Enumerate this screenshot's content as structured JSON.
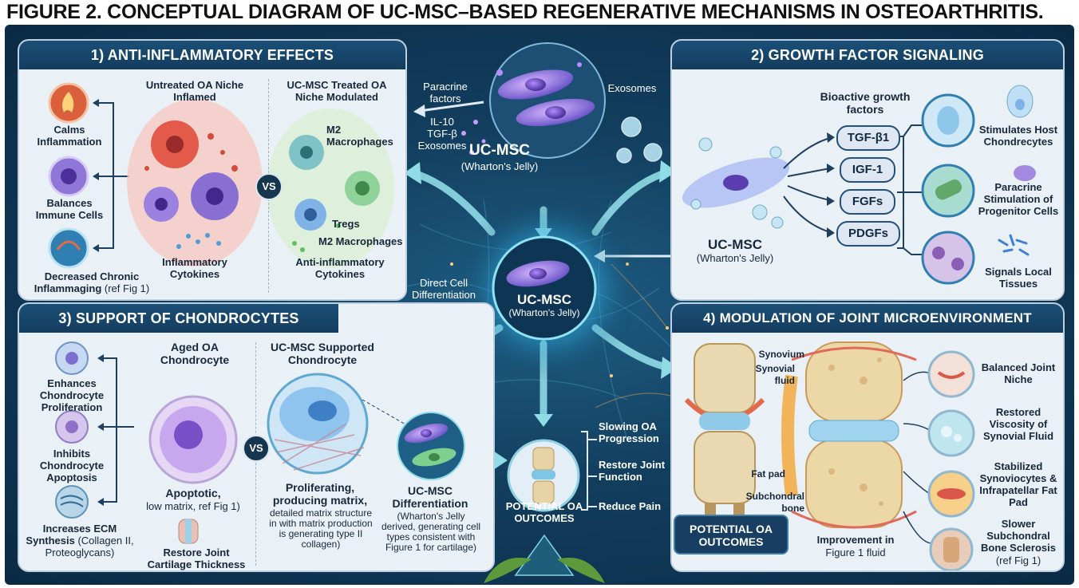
{
  "title": "FIGURE 2. CONCEPTUAL DIAGRAM OF UC-MSC–BASED REGENERATIVE MECHANISMS IN OSTEOARTHRITIS.",
  "center": {
    "top_cell_label": "UC-MSC",
    "top_cell_sub": "(Wharton's Jelly)",
    "hub_label": "UC-MSC",
    "hub_sub": "(Wharton's Jelly)",
    "paracrine": "Paracrine factors",
    "paracrine_list": [
      "IL-10",
      "TGF-β",
      "Exosomes"
    ],
    "exosomes": "Exosomes",
    "direct_diff": "Direct Cell Differentiation"
  },
  "panel1": {
    "heading": "1) ANTI-INFLAMMATORY EFFECTS",
    "left_title": "Untreated OA Niche Inflamed",
    "right_title": "UC-MSC Treated OA Niche Modulated",
    "side_items": [
      "Calms Inflammation",
      "Balances Immune Cells",
      "Decreased Chronic Inflammaging"
    ],
    "ref": "(ref Fig 1)",
    "m2_top": "M2 Macrophages",
    "tregs": "Tregs",
    "m2_bottom": "M2 Macrophages",
    "left_bottom": "Inflammatory Cytokines",
    "right_bottom": "Anti-inflammatory Cytokines",
    "vs": "VS"
  },
  "panel2": {
    "heading": "2) GROWTH FACTOR SIGNALING",
    "bioactive": "Bioactive growth factors",
    "factors": [
      "TGF-β1",
      "IGF-1",
      "FGFs",
      "PDGFs"
    ],
    "cell_label": "UC-MSC",
    "cell_sub": "(Wharton's Jelly)",
    "outcomes": [
      "Stimulates Host Chondrecytes",
      "Paracrine Stimulation of Progenitor Cells",
      "Signals Local Tissues"
    ]
  },
  "panel3": {
    "heading": "3) SUPPORT OF CHONDROCYTES",
    "left_title": "Aged OA Chondrocyte",
    "right_title": "UC-MSC Supported Chondrocyte",
    "side_items": [
      "Enhances Chondrocyte Proliferation",
      "Inhibits Chondrocyte Apoptosis",
      "Increases ECM Synthesis"
    ],
    "ecm_detail": "(Collagen II, Proteoglycans)",
    "restore": "Restore Joint Cartilage Thickness",
    "apoptotic_bold": "Apoptotic,",
    "apoptotic_rest": "low matrix, ref Fig 1)",
    "prolif_bold": "Proliferating, producing matrix,",
    "prolif_rest": "detailed matrix structure in with matrix production is generating type II collagen)",
    "diff_title": "UC-MSC Differentiation",
    "diff_rest": "(Wharton's Jelly derived, generating cell types consistent with Figure 1 for cartilage)",
    "vs": "VS"
  },
  "panel4": {
    "heading": "4) MODULATION OF JOINT MICROENVIRONMENT",
    "labels": [
      "Synovium",
      "Synovial fluid",
      "Fat pad",
      "Subchondral bone"
    ],
    "improvement_bold": "Improvement in",
    "improvement_rest": "Figure 1 fluid",
    "outcomes": [
      "Balanced Joint Niche",
      "Restored Viscosity of Synovial Fluid",
      "Stabilized Synoviocytes & Infrapatellar Fat Pad",
      "Slower Subchondral Bone Sclerosis"
    ],
    "ref": "(ref Fig 1)"
  },
  "outcomes": {
    "label": "POTENTIAL OA OUTCOMES",
    "items": [
      "Slowing OA Progression",
      "Restore Joint Function",
      "Reduce Pain"
    ],
    "box_label": "POTENTIAL OA OUTCOMES"
  }
}
